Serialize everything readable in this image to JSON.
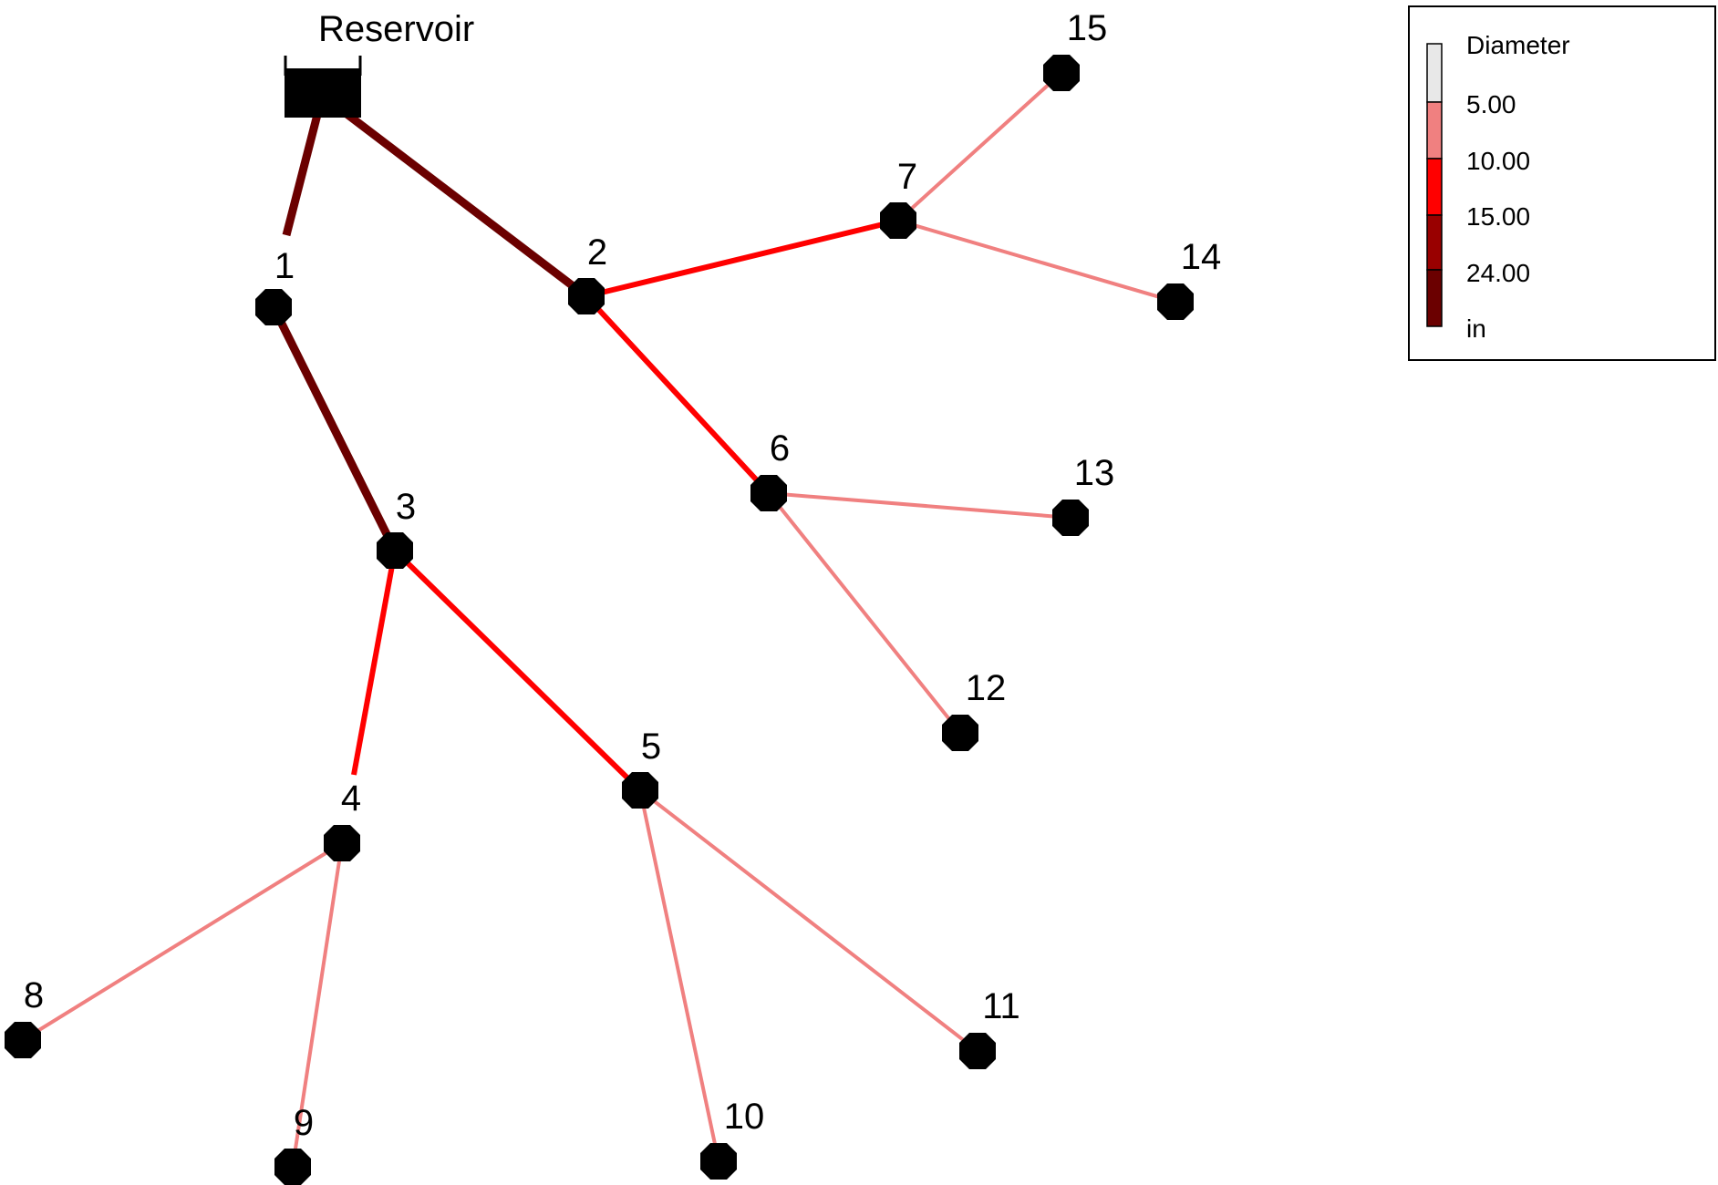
{
  "colors": {
    "diameter_lt_5": "#e8e8e8",
    "diameter_5_10": "#f08080",
    "diameter_10_15": "#ff0000",
    "diameter_15_24": "#990000",
    "diameter_ge_24": "#6b0000",
    "node": "#000000",
    "background": "#ffffff"
  },
  "reservoir": {
    "id": "R",
    "label": "Reservoir",
    "icon": "reservoir-icon"
  },
  "nodes": [
    {
      "id": "1",
      "label": "1"
    },
    {
      "id": "2",
      "label": "2"
    },
    {
      "id": "3",
      "label": "3"
    },
    {
      "id": "4",
      "label": "4"
    },
    {
      "id": "5",
      "label": "5"
    },
    {
      "id": "6",
      "label": "6"
    },
    {
      "id": "7",
      "label": "7"
    },
    {
      "id": "8",
      "label": "8"
    },
    {
      "id": "9",
      "label": "9"
    },
    {
      "id": "10",
      "label": "10"
    },
    {
      "id": "11",
      "label": "11"
    },
    {
      "id": "12",
      "label": "12"
    },
    {
      "id": "13",
      "label": "13"
    },
    {
      "id": "14",
      "label": "14"
    },
    {
      "id": "15",
      "label": "15"
    }
  ],
  "pipes": [
    {
      "from": "R",
      "to": "1",
      "diameter_class": 4
    },
    {
      "from": "R",
      "to": "2",
      "diameter_class": 4
    },
    {
      "from": "1",
      "to": "3",
      "diameter_class": 4
    },
    {
      "from": "2",
      "to": "7",
      "diameter_class": 2
    },
    {
      "from": "2",
      "to": "6",
      "diameter_class": 2
    },
    {
      "from": "3",
      "to": "4",
      "diameter_class": 2
    },
    {
      "from": "3",
      "to": "5",
      "diameter_class": 2
    },
    {
      "from": "7",
      "to": "15",
      "diameter_class": 1
    },
    {
      "from": "7",
      "to": "14",
      "diameter_class": 1
    },
    {
      "from": "6",
      "to": "13",
      "diameter_class": 1
    },
    {
      "from": "6",
      "to": "12",
      "diameter_class": 1
    },
    {
      "from": "4",
      "to": "8",
      "diameter_class": 1
    },
    {
      "from": "4",
      "to": "9",
      "diameter_class": 1
    },
    {
      "from": "5",
      "to": "10",
      "diameter_class": 1
    },
    {
      "from": "5",
      "to": "11",
      "diameter_class": 1
    }
  ],
  "legend": {
    "title": "Diameter",
    "breaks": [
      "5.00",
      "10.00",
      "15.00",
      "24.00"
    ],
    "unit": "in"
  }
}
